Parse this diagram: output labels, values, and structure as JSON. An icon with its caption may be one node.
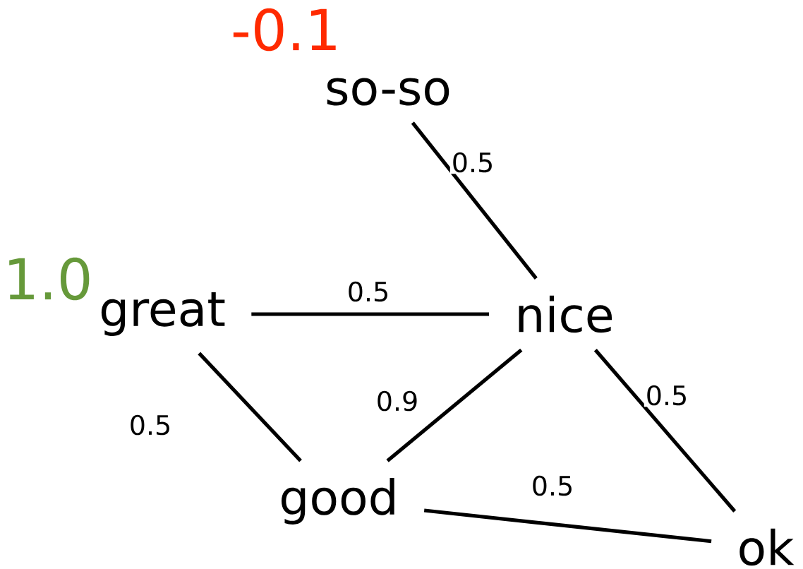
{
  "diagram": {
    "nodes": [
      {
        "text": [
          "so-so"
        ],
        "beside": [
          "-0.1"
        ]
      },
      {
        "text": [
          "great"
        ],
        "beside": [
          "1.0"
        ]
      },
      {
        "text": [
          "nice"
        ]
      },
      {
        "text": [
          "good"
        ]
      },
      {
        "text": [
          "ok"
        ]
      }
    ],
    "edges": [
      {
        "from": 0,
        "to": 2,
        "arrow": "none",
        "label": "0.5"
      },
      {
        "from": 1,
        "to": 2,
        "arrow": "none",
        "label": "0.5"
      },
      {
        "from": 1,
        "to": 3,
        "arrow": "none",
        "label": "0.5"
      },
      {
        "from": 2,
        "to": 3,
        "arrow": "none",
        "label": "0.9"
      },
      {
        "from": 2,
        "to": 4,
        "arrow": "none",
        "label": "0.5"
      },
      {
        "from": 3,
        "to": 4,
        "arrow": "none",
        "label": "0.5"
      }
    ]
  }
}
